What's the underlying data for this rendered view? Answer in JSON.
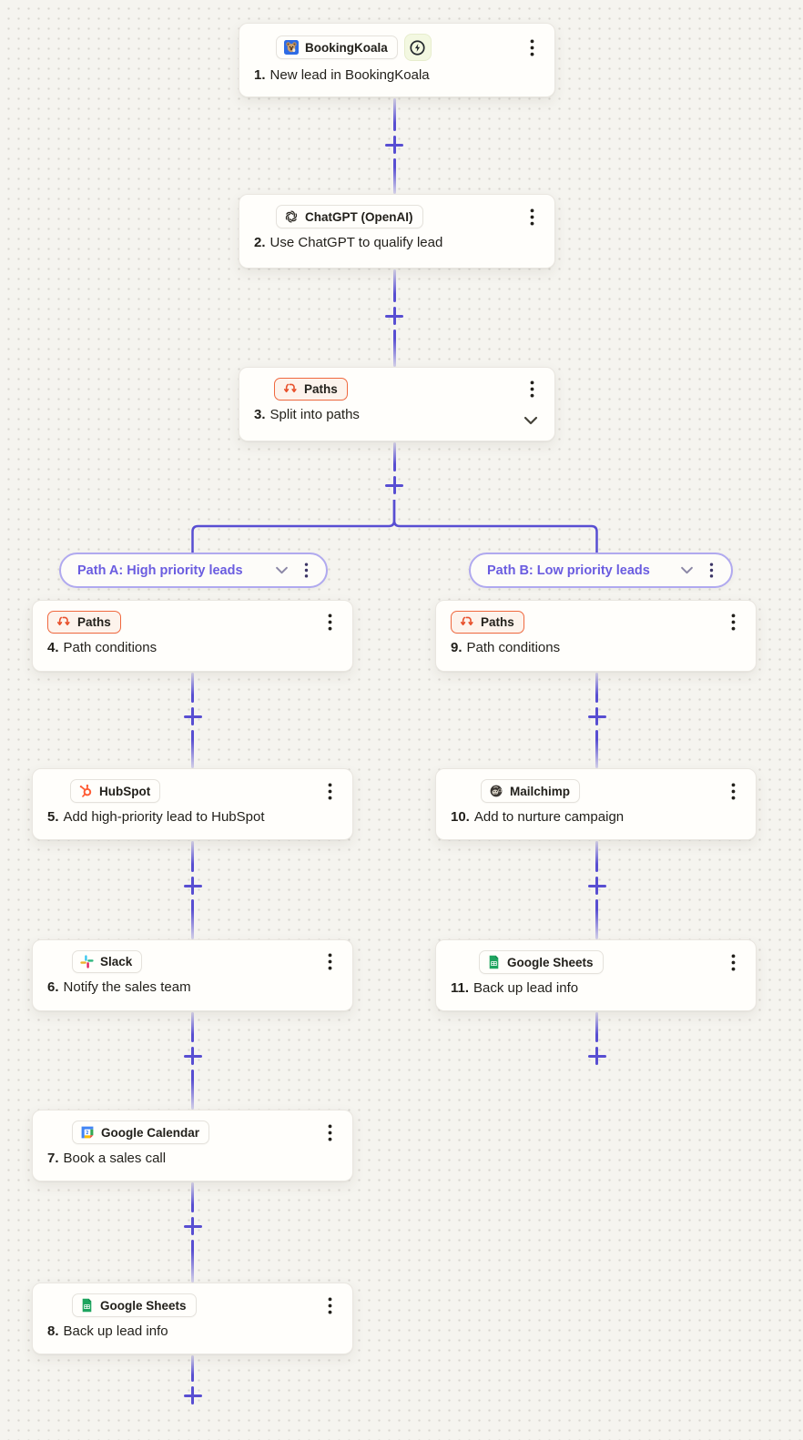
{
  "workflow": {
    "steps": [
      {
        "number": "1.",
        "title": "New lead in BookingKoala",
        "app": "BookingKoala",
        "icon": "bookingkoala-icon",
        "instant_trigger": true
      },
      {
        "number": "2.",
        "title": "Use ChatGPT to qualify lead",
        "app": "ChatGPT (OpenAI)",
        "icon": "chatgpt-icon"
      },
      {
        "number": "3.",
        "title": "Split into paths",
        "app": "Paths",
        "icon": "paths-icon",
        "collapsible": true
      },
      {
        "number": "4.",
        "title": "Path conditions",
        "app": "Paths",
        "icon": "paths-icon"
      },
      {
        "number": "5.",
        "title": "Add high-priority lead to HubSpot",
        "app": "HubSpot",
        "icon": "hubspot-icon"
      },
      {
        "number": "6.",
        "title": "Notify the sales team",
        "app": "Slack",
        "icon": "slack-icon"
      },
      {
        "number": "7.",
        "title": "Book a sales call",
        "app": "Google Calendar",
        "icon": "google-calendar-icon"
      },
      {
        "number": "8.",
        "title": "Back up lead info",
        "app": "Google Sheets",
        "icon": "google-sheets-icon"
      },
      {
        "number": "9.",
        "title": "Path conditions",
        "app": "Paths",
        "icon": "paths-icon"
      },
      {
        "number": "10.",
        "title": "Add to nurture campaign",
        "app": "Mailchimp",
        "icon": "mailchimp-icon"
      },
      {
        "number": "11.",
        "title": "Back up lead info",
        "app": "Google Sheets",
        "icon": "google-sheets-icon"
      }
    ],
    "path_pills": [
      {
        "label": "Path A: High priority leads"
      },
      {
        "label": "Path B: Low priority leads"
      }
    ],
    "add_step_label": "+"
  },
  "colors": {
    "canvas_bg": "#f5f4ef",
    "dot": "#d9d6d0",
    "connector": "#584ed2",
    "card_bg": "#fffefb",
    "text": "#211f1a",
    "path_label": "#6a5ce0",
    "pill_border": "#b0a9ef",
    "paths_badge_border": "#f0693f",
    "paths_badge_bg": "#fdf3ec",
    "hubspot_orange": "#ff5c35",
    "slack_blue": "#36c5f0",
    "slack_green": "#2eb67d",
    "slack_red": "#e01e5a",
    "slack_yellow": "#ecb22e",
    "google_blue": "#4285f4",
    "google_green": "#34a853",
    "google_yellow": "#fbbc04",
    "google_red": "#ea4335",
    "sheets_green": "#1ea45f"
  }
}
